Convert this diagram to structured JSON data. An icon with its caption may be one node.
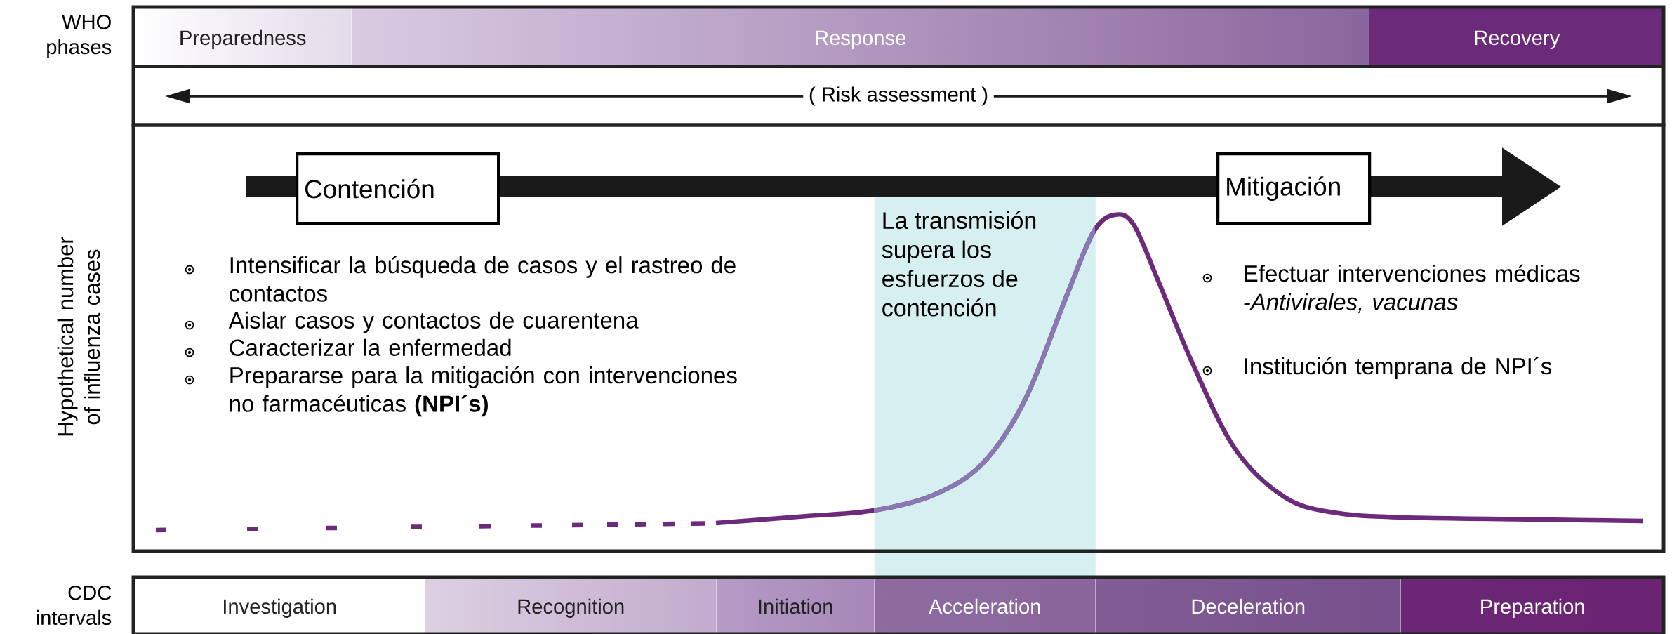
{
  "diagram": {
    "nodes": [
      {
        "text": [
          "Preparedness"
        ]
      },
      {
        "text": [
          "Response"
        ]
      },
      {
        "text": [
          "Recovery"
        ]
      },
      {
        "text": [
          "( Risk assessment )"
        ]
      },
      {
        "text": [
          "Contención"
        ]
      },
      {
        "text": [
          "Mitigación"
        ]
      },
      {
        "text": [
          "La transmisión supera los esfuerzos de contención"
        ]
      },
      {
        "text": [
          "Investigation"
        ]
      },
      {
        "text": [
          "Recognition"
        ]
      },
      {
        "text": [
          "Initiation"
        ]
      },
      {
        "text": [
          "Acceleration"
        ]
      },
      {
        "text": [
          "Deceleration"
        ]
      },
      {
        "text": [
          "Preparation"
        ]
      }
    ],
    "edges": [
      {
        "from": 3,
        "to": null,
        "arrow": "to"
      },
      {
        "from": 3,
        "to": null,
        "arrow": "to"
      }
    ],
    "labels": [
      "WHO phases",
      "Hypothetical number of influenza cases",
      "Intensificar la búsqueda de casos y el rastreo de contactos",
      "Aislar casos y contactos de cuarentena",
      "Caracterizar la enfermedad",
      "Prepararse para la mitigación con intervenciones no farmacéuticas **(NPI´s)**",
      "Efectuar intervenciones médicas *-Antivirales, vacunas*",
      "Institución temprana de NPI´s",
      "CDC intervals"
    ]
  }
}
